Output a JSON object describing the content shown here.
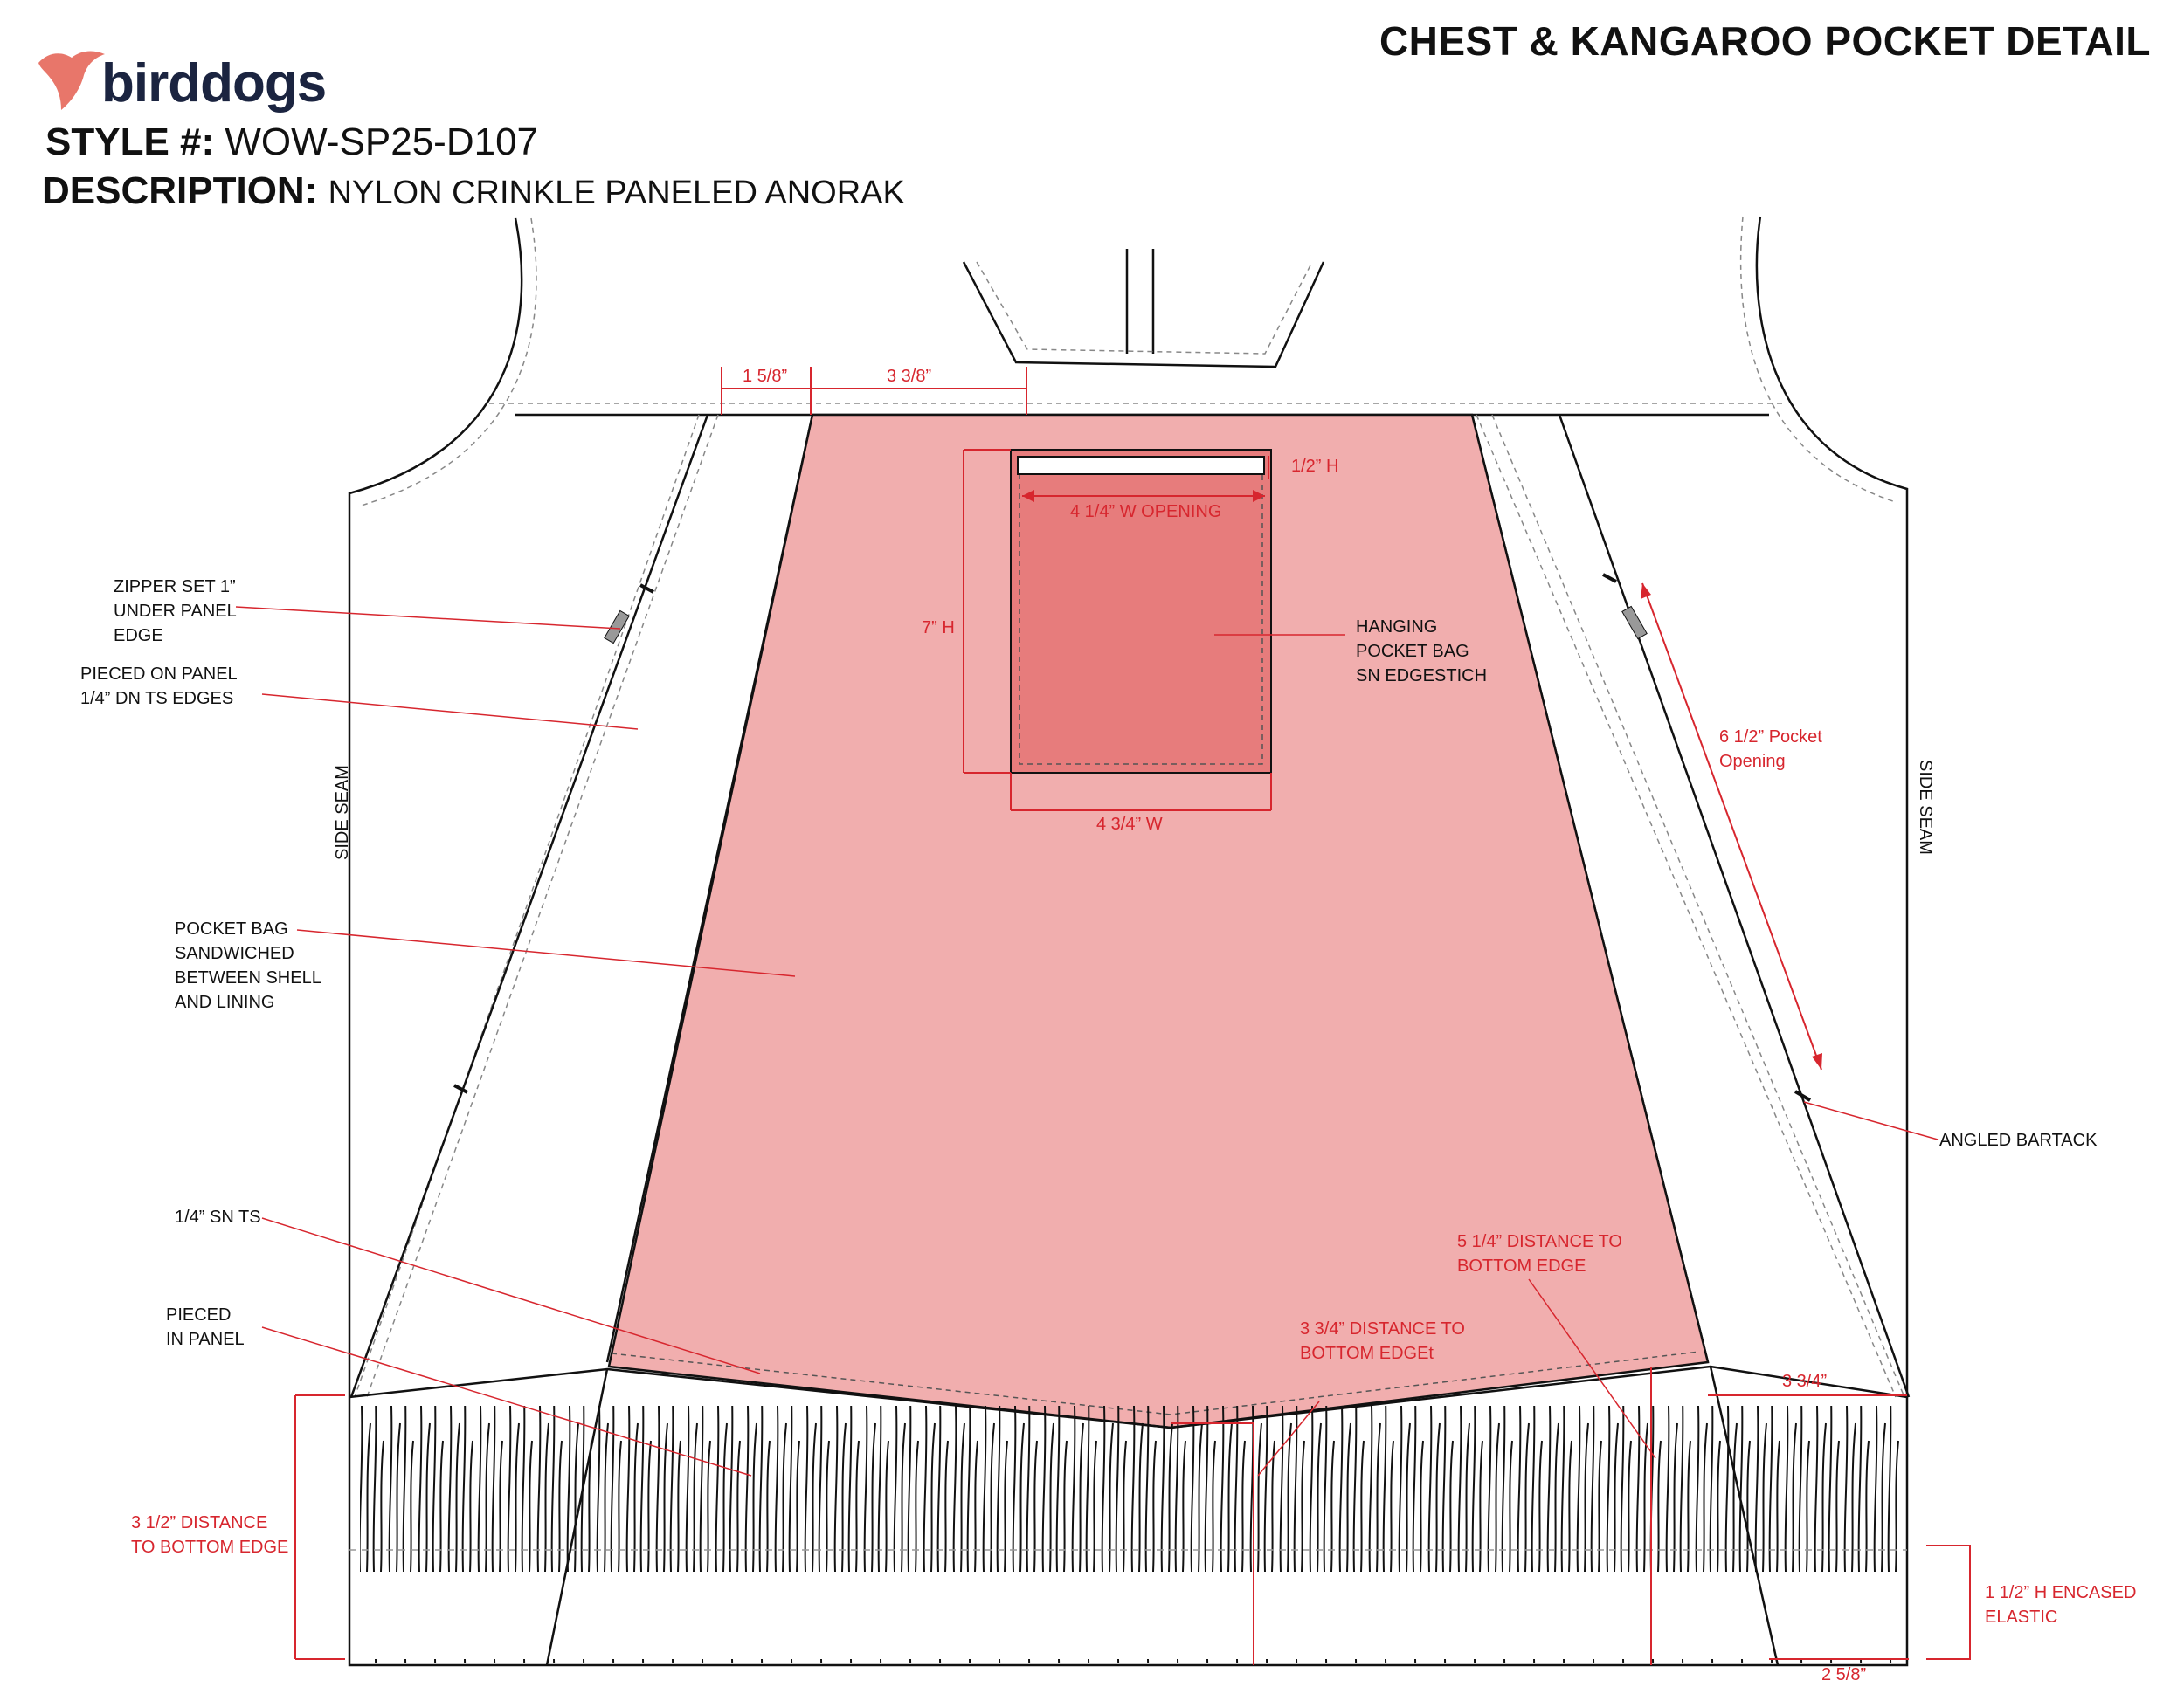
{
  "header": {
    "brand": "birddogs",
    "title": "CHEST & KANGAROO POCKET DETAIL",
    "style_label": "STYLE #:",
    "style_value": "WOW-SP25-D107",
    "description_label": "DESCRIPTION:",
    "description_value": "NYLON CRINKLE PANELED ANORAK"
  },
  "side_seam": "SIDE SEAM",
  "callouts": {
    "zipper_set": [
      "ZIPPER SET 1”",
      "UNDER PANEL",
      "EDGE"
    ],
    "pieced_on_panel": [
      "PIECED ON PANEL",
      "1/4” DN TS EDGES"
    ],
    "pocket_bag": [
      "POCKET BAG",
      "SANDWICHED",
      "BETWEEN SHELL",
      "AND LINING"
    ],
    "sn_ts": [
      "1/4” SN TS"
    ],
    "pieced_in_panel": [
      "PIECED",
      "IN PANEL"
    ],
    "hanging_pocket": [
      "HANGING",
      "POCKET BAG",
      "SN EDGESTICH"
    ],
    "angled_bartack": [
      "ANGLED BARTACK"
    ]
  },
  "dimensions": {
    "d_1_5_8": "1 5/8”",
    "d_3_3_8": "3 3/8”",
    "d_half_h": "1/2” H",
    "d_opening": "4 1/4” W OPENING",
    "d_7h": "7” H",
    "d_4_3_4w": "4 3/4” W",
    "d_pocket_opening": [
      "6 1/2” Pocket",
      "Opening"
    ],
    "d_5_1_4": [
      "5 1/4” DISTANCE TO",
      "BOTTOM EDGE"
    ],
    "d_3_3_4_dist": [
      "3 3/4” DISTANCE TO",
      "BOTTOM EDGEt"
    ],
    "d_3_3_4": "3 3/4”",
    "d_3_1_2": [
      "3 1/2” DISTANCE",
      " TO BOTTOM EDGE"
    ],
    "d_elastic": [
      "1 1/2” H ENCASED",
      "ELASTIC"
    ],
    "d_2_5_8": "2 5/8”"
  },
  "colors": {
    "accent": "#d7262e",
    "pocket_fill": "#f1aeae",
    "chest_pocket_fill": "#e77c7c",
    "line": "#111111",
    "logo_bird": "#e8766a",
    "logo_text": "#1b2440"
  }
}
